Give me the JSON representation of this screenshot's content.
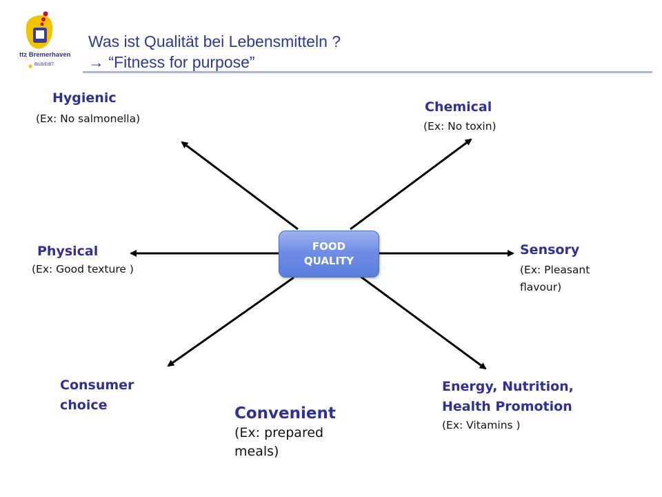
{
  "header": {
    "title": "Was ist Qualität bei Lebensmitteln ?",
    "subtitle": "→ “Fitness for purpose”",
    "logo_text": "ttz Bremerhaven",
    "logo_subtext": "BILB/EIBT"
  },
  "diagram": {
    "center": {
      "line1": "FOOD",
      "line2": "QUALITY"
    },
    "nodes": {
      "hygienic": {
        "label": "Hygienic",
        "example": "(Ex: No salmonella)"
      },
      "chemical": {
        "label": "Chemical",
        "example": "(Ex: No toxin)"
      },
      "physical": {
        "label": "Physical",
        "example": "(Ex: Good texture )"
      },
      "sensory": {
        "label": "Sensory",
        "example_line1": "(Ex: Pleasant",
        "example_line2": "flavour)"
      },
      "consumer": {
        "label_line1": "Consumer",
        "label_line2": "choice"
      },
      "convenient": {
        "label": "Convenient",
        "example_line1": "(Ex: prepared",
        "example_line2": "meals)"
      },
      "energy": {
        "label_line1": "Energy, Nutrition,",
        "label_line2": "Health Promotion",
        "example": "(Ex: Vitamins )"
      }
    }
  },
  "colors": {
    "heading": "#2e3192",
    "title": "#2a3b8f",
    "box": "#6f8ee6",
    "arrow": "#000000"
  }
}
